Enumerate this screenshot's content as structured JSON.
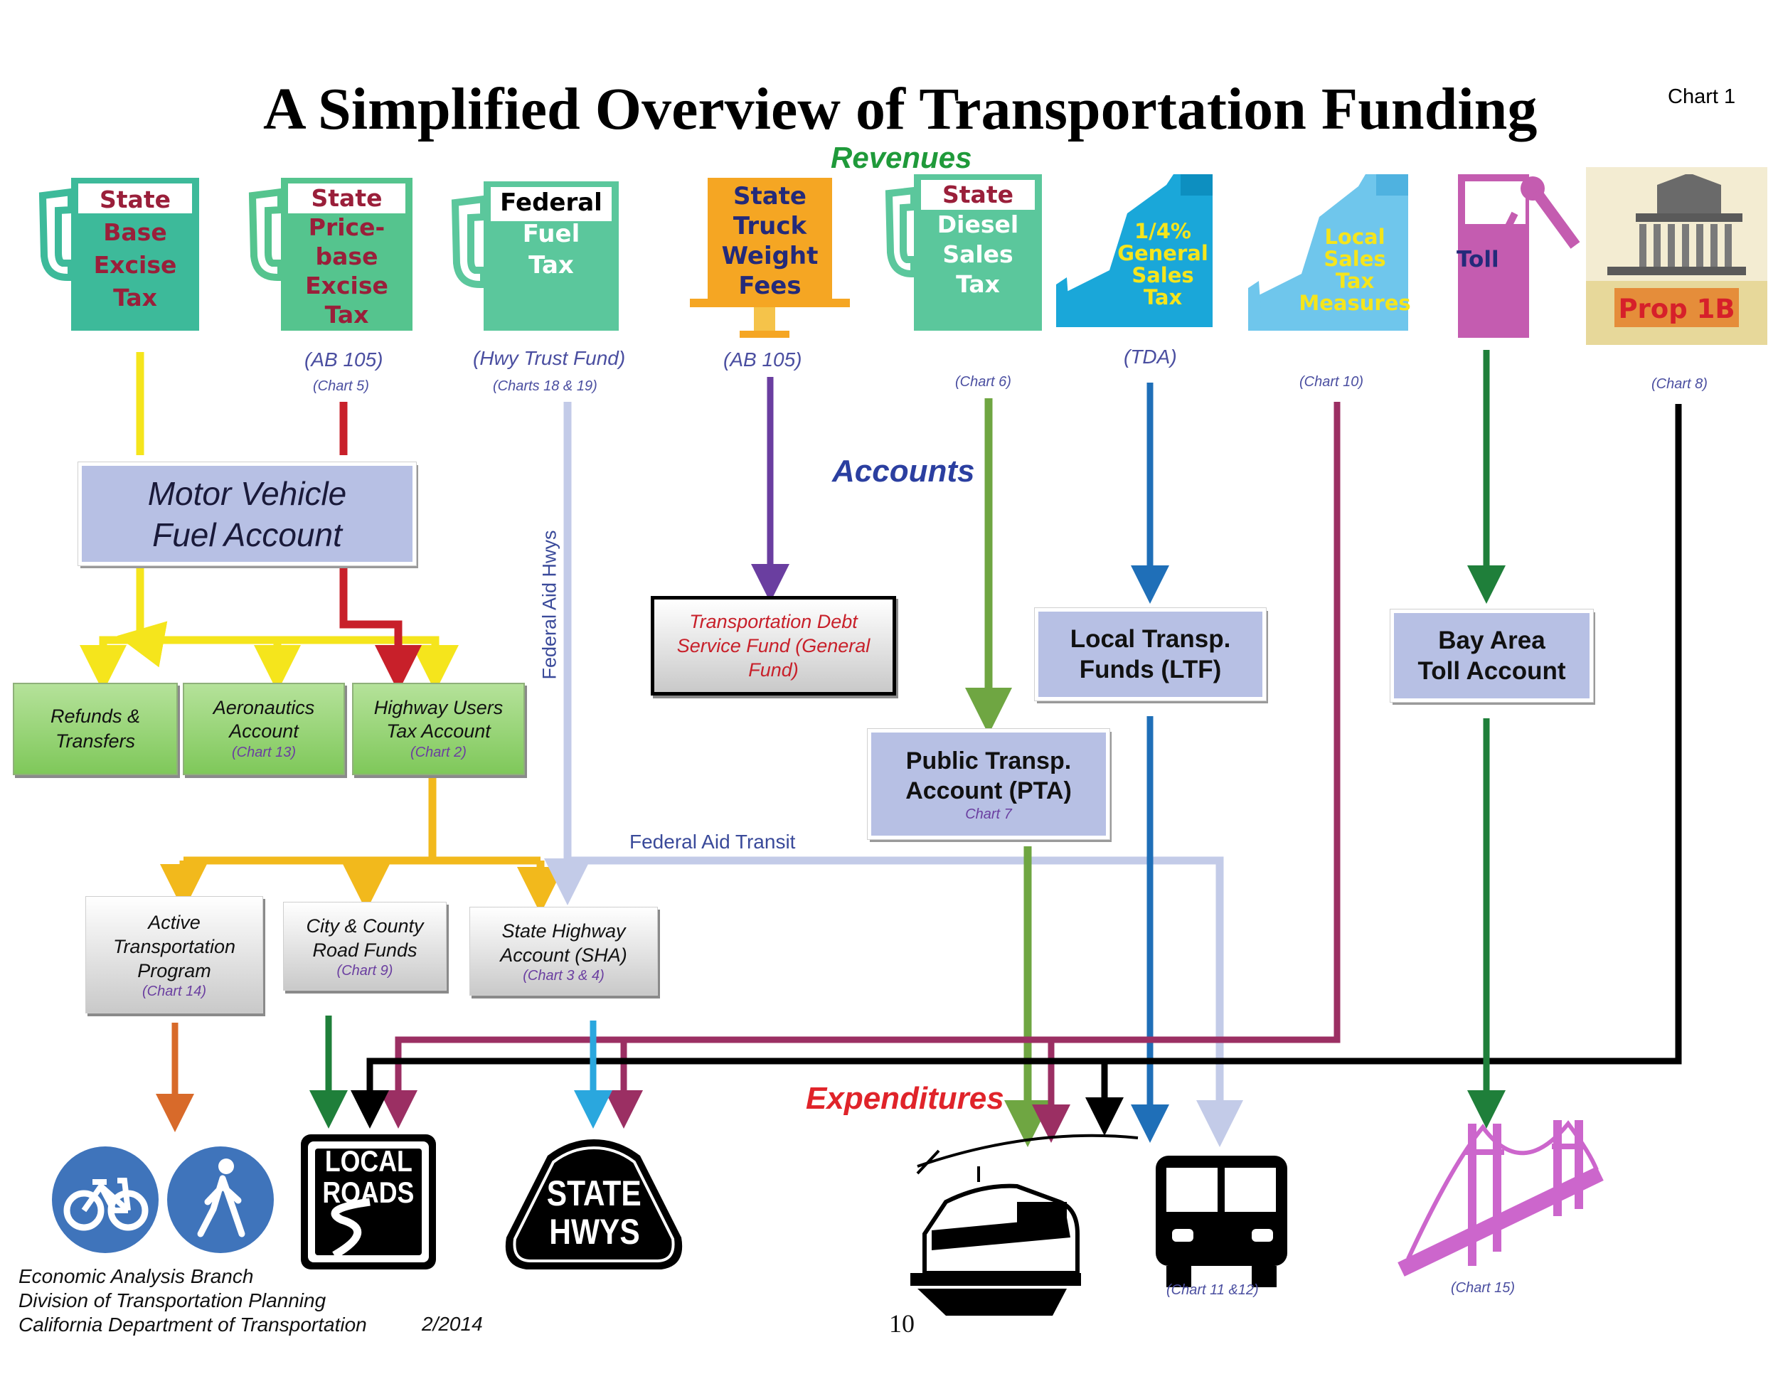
{
  "header": {
    "title": "A Simplified Overview of Transportation Funding",
    "chart_label": "Chart 1"
  },
  "sections": {
    "revenues": "Revenues",
    "accounts": "Accounts",
    "expenditures": "Expenditures"
  },
  "sources": [
    {
      "lines": [
        "State",
        "Base",
        "Excise",
        "Tax"
      ],
      "note": "",
      "chart": ""
    },
    {
      "lines": [
        "State",
        "Price-",
        "base",
        "Excise",
        "Tax"
      ],
      "note": "(AB 105)",
      "chart": "(Chart 5)"
    },
    {
      "lines": [
        "Federal",
        "Fuel",
        "Tax"
      ],
      "note": "(Hwy Trust Fund)",
      "chart": "(Charts 18 & 19)"
    },
    {
      "lines": [
        "State",
        "Truck",
        "Weight",
        "Fees"
      ],
      "note": "(AB 105)",
      "chart": ""
    },
    {
      "lines": [
        "State",
        "Diesel",
        "Sales",
        "Tax"
      ],
      "note": "",
      "chart": "(Chart 6)"
    },
    {
      "lines": [
        "1/4%",
        "General",
        "Sales",
        "Tax"
      ],
      "note": "(TDA)",
      "chart": ""
    },
    {
      "lines": [
        "Local",
        "Sales",
        "Tax",
        "Measures"
      ],
      "note": "",
      "chart": "(Chart 10)"
    },
    {
      "lines": [
        "Toll"
      ],
      "note": "",
      "chart": ""
    },
    {
      "lines": [
        "Prop 1B"
      ],
      "note": "",
      "chart": "(Chart 8)"
    }
  ],
  "accounts": {
    "mvfa": {
      "line1": "Motor Vehicle",
      "line2": "Fuel Account"
    },
    "refunds": {
      "line1": "Refunds &",
      "line2": "Transfers"
    },
    "aeronautics": {
      "line1": "Aeronautics",
      "line2": "Account",
      "chart": "(Chart 13)"
    },
    "huta": {
      "line1": "Highway Users",
      "line2": "Tax Account",
      "chart": "(Chart 2)"
    },
    "debt": {
      "line1": "Transportation Debt",
      "line2": "Service Fund (General",
      "line3": "Fund)"
    },
    "pta": {
      "line1": "Public Transp.",
      "line2": "Account (PTA)",
      "chart": "Chart 7"
    },
    "ltf": {
      "line1": "Local Transp.",
      "line2": "Funds (LTF)"
    },
    "bata": {
      "line1": "Bay Area",
      "line2": "Toll Account"
    },
    "atp": {
      "line1": "Active",
      "line2": "Transportation",
      "line3": "Program",
      "chart": "(Chart 14)"
    },
    "ccrf": {
      "line1": "City & County",
      "line2": "Road Funds",
      "chart": "(Chart 9)"
    },
    "sha": {
      "line1": "State Highway",
      "line2": "Account (SHA)",
      "chart": "(Chart 3 & 4)"
    }
  },
  "flow_labels": {
    "federal_aid_hwys": "Federal Aid Hwys",
    "federal_aid_transit": "Federal Aid Transit"
  },
  "expenditures": {
    "local_roads": {
      "line1": "LOCAL",
      "line2": "ROADS"
    },
    "state_hwys": {
      "line1": "STATE",
      "line2": "HWYS"
    },
    "transit_chart": "(Chart 11 &12)",
    "bridge_chart": "(Chart 15)"
  },
  "footer": {
    "line1": "Economic Analysis Branch",
    "line2": "Division of Transportation Planning",
    "line3": "California Department of Transportation",
    "date": "2/2014",
    "page_number": "10"
  },
  "colors": {
    "title": "#000000",
    "revenues": "#1f9a3a",
    "accounts": "#2b3fa0",
    "expenditures": "#e0242a",
    "yellow_flow": "#f5e51c",
    "red_flow": "#c8202a",
    "purple_flow": "#6a3ea0",
    "light_blue_flow": "#c3cbe8",
    "olive_green_flow": "#6fa642",
    "blue_flow": "#1f6fb8",
    "maroon_flow": "#9b2f63",
    "green_flow": "#1f7f3a",
    "black_flow": "#000000",
    "orange_flow": "#f2b91c",
    "burnt_orange_flow": "#d86a2a",
    "sky_blue_flow": "#2aa7de"
  }
}
